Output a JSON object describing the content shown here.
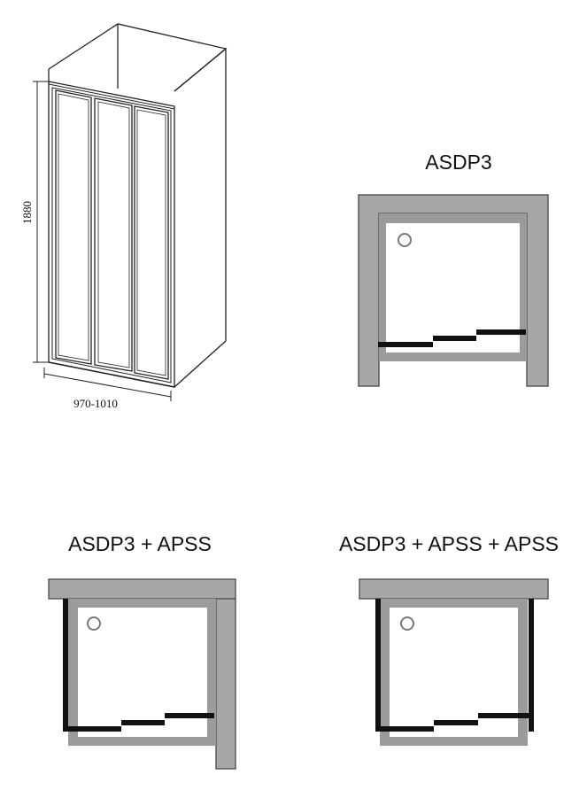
{
  "iso_view": {
    "height_label": "1880",
    "width_label": "970-1010"
  },
  "plans": {
    "plan1_title": "ASDP3",
    "plan2_title": "ASDP3 + APSS",
    "plan3_title": "ASDP3 + APSS + APSS"
  },
  "colors": {
    "wall": "#a7a7a7",
    "wall_stroke": "#5a5a5a",
    "tray_frame": "#9b9b9b",
    "door_line": "#111111"
  }
}
